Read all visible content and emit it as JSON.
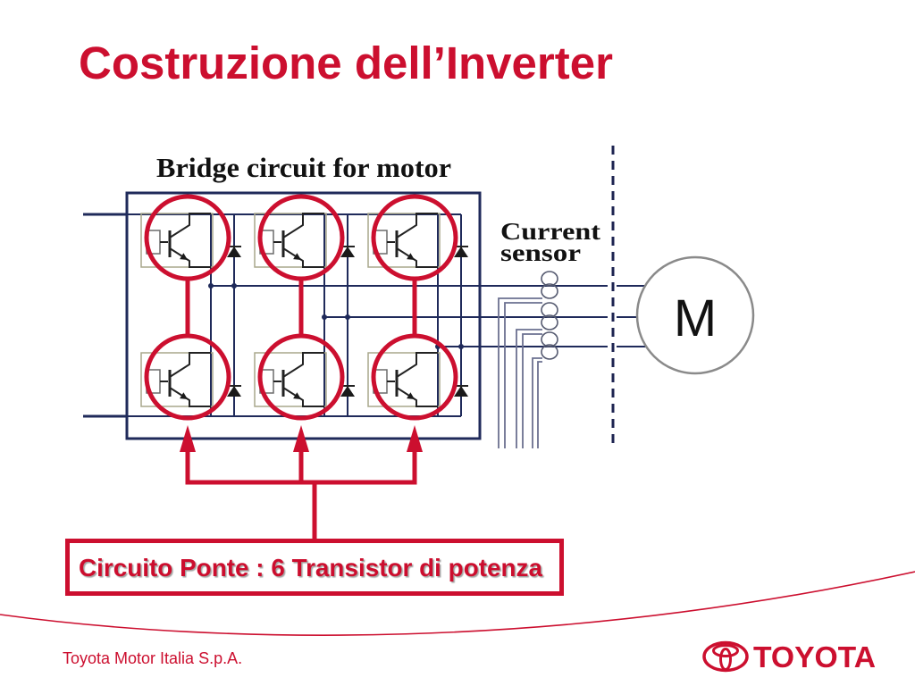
{
  "slide": {
    "title": "Costruzione dell’Inverter",
    "footer_company": "Toyota Motor Italia S.p.A.",
    "logo_wordmark": "TOYOTA"
  },
  "diagram": {
    "heading": "Bridge circuit for motor",
    "sensor_label": [
      "Current",
      "sensor"
    ],
    "motor_label": "M"
  },
  "callout": {
    "text": "Circuito Ponte : 6 Transistor di potenza"
  },
  "icons": {
    "logo": "toyota-emblem-icon"
  },
  "colors": {
    "accent": "#cc0f2f",
    "circuit_line": "#1f2a5a",
    "background": "#ffffff"
  }
}
